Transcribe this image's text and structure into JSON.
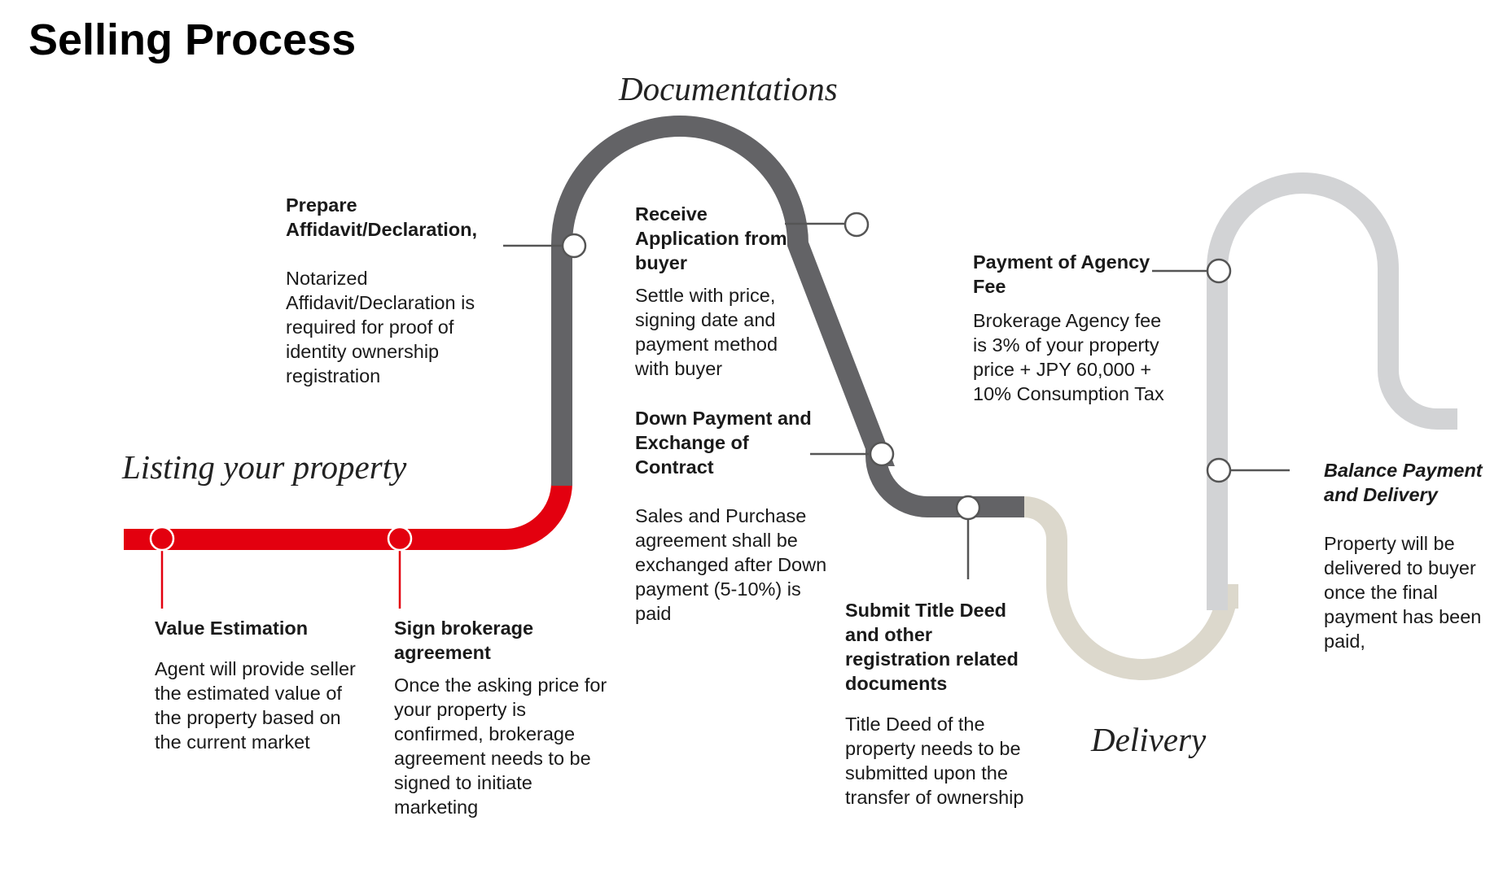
{
  "page": {
    "title": "Selling Process"
  },
  "phases": {
    "listing": "Listing your property",
    "documentations": "Documentations",
    "delivery": "Delivery"
  },
  "colors": {
    "listing": "#e3000f",
    "documentations": "#636366",
    "transition": "#dcd8cc",
    "delivery": "#d2d3d5",
    "connector": "#555555",
    "node_fill": "#ffffff"
  },
  "steps": [
    {
      "id": "value-estimation",
      "title": "Value Estimation",
      "description": "Agent will provide seller the estimated value of the property based on the current market"
    },
    {
      "id": "sign-brokerage",
      "title": "Sign brokerage agreement",
      "description": "Once the asking price for your property is confirmed, brokerage agreement needs to be signed to initiate marketing"
    },
    {
      "id": "prepare-affidavit",
      "title": "Prepare Affidavit/Declaration,",
      "description": "Notarized Affidavit/Declaration is required for proof of identity ownership registration"
    },
    {
      "id": "receive-application",
      "title": "Receive Application from buyer",
      "description": "Settle with price, signing date and payment method with buyer"
    },
    {
      "id": "down-payment",
      "title": "Down Payment and Exchange of Contract",
      "description": "Sales and Purchase agreement shall be exchanged after Down payment (5-10%) is paid"
    },
    {
      "id": "submit-title-deed",
      "title": "Submit Title Deed and other registration related documents",
      "description": "Title Deed of the property needs to be submitted upon the transfer of ownership"
    },
    {
      "id": "payment-agency-fee",
      "title": "Payment of Agency Fee",
      "description": "Brokerage Agency fee is 3% of your property price + JPY 60,000 + 10% Consumption Tax"
    },
    {
      "id": "balance-payment",
      "title": "Balance Payment and Delivery",
      "description": "Property will be delivered to buyer once the final payment has been paid,"
    }
  ]
}
